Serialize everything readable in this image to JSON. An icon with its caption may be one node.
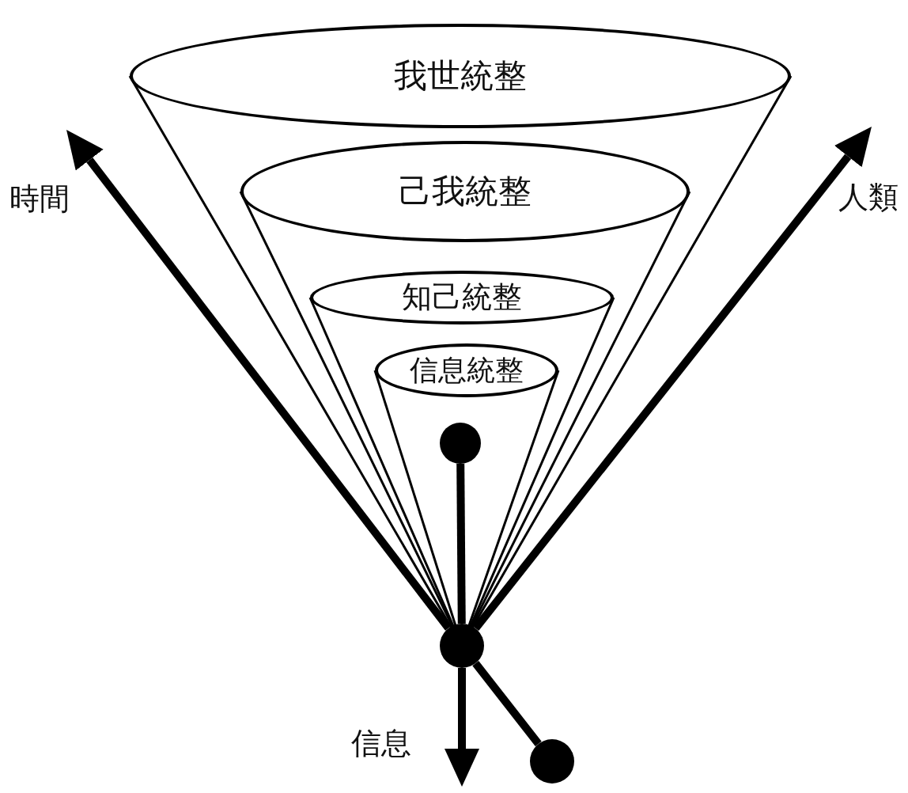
{
  "diagram": {
    "nodes": [
      {
        "text": [
          "我世統整"
        ]
      },
      {
        "text": [
          "己我統整"
        ]
      },
      {
        "text": [
          "知己統整"
        ]
      },
      {
        "text": [
          "信息統整"
        ]
      },
      {
        "text": [],
        "shape": "circle"
      },
      {
        "text": [],
        "shape": "circle"
      },
      {
        "text": [],
        "shape": "circle"
      },
      {
        "text": [
          "時間"
        ]
      },
      {
        "text": [
          "人類"
        ]
      }
    ],
    "edges": [
      {
        "from": 0,
        "to": 5,
        "arrow": "none"
      },
      {
        "from": 0,
        "to": 5,
        "arrow": "none"
      },
      {
        "from": 1,
        "to": 5,
        "arrow": "none"
      },
      {
        "from": 1,
        "to": 5,
        "arrow": "none"
      },
      {
        "from": 2,
        "to": 5,
        "arrow": "none"
      },
      {
        "from": 2,
        "to": 5,
        "arrow": "none"
      },
      {
        "from": 3,
        "to": 5,
        "arrow": "none"
      },
      {
        "from": 3,
        "to": 5,
        "arrow": "none"
      },
      {
        "from": 4,
        "to": 5,
        "arrow": "none",
        "style": "thick"
      },
      {
        "from": 5,
        "to": 6,
        "arrow": "none",
        "style": "thick"
      },
      {
        "from": 5,
        "to": 7,
        "arrow": "to",
        "style": "thick"
      },
      {
        "from": 5,
        "to": 8,
        "arrow": "to",
        "style": "thick"
      },
      {
        "from": 5,
        "to": null,
        "arrow": "to",
        "style": "thick"
      }
    ],
    "labels": [
      "信息"
    ]
  }
}
